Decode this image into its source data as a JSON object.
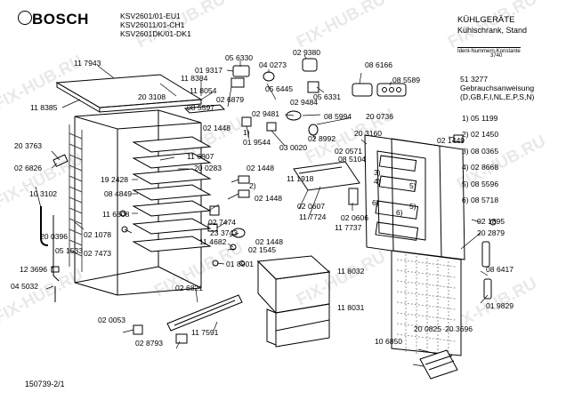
{
  "brand": "BOSCH",
  "models": [
    "KSV2601/01-EU1",
    "KSV26011/01-CH1",
    "KSV2601DK/01-DK1"
  ],
  "category": "KÜHLGERÄTE",
  "subcategory": "Kühlschrank, Stand",
  "ident_label": "Ident-Nummern-Konstante",
  "ident_value": "3740",
  "manual": {
    "number": "51 3277",
    "title": "Gebrauchsanweisung",
    "langs": "(D,GB,F,I,NL,E,P,S,N)"
  },
  "legend": [
    "1) 05 1199",
    "2) 02 1450",
    "3) 08 0365",
    "4) 02 8668",
    "5) 08 5596",
    "6) 08 5718"
  ],
  "watermark": "FIX-HUB.RU",
  "footer_code": "150739-2/1",
  "parts": {
    "p1": "11 7943",
    "p2": "20 3108",
    "p3": "11 8384",
    "p4": "11 8054",
    "p5": "11 8385",
    "p6": "01 9317",
    "p7": "05 6330",
    "p8": "04 0273",
    "p9": "02 9380",
    "p10": "08 6166",
    "p11": "05 6445",
    "p12": "05 6331",
    "p13": "08 5589",
    "p14": "02 6879",
    "p15": "08 5597",
    "p16": "02 1448",
    "p17": "02 9481",
    "p18": "02 9484",
    "p19": "08 5994",
    "p20": "01 9544",
    "p21": "03 0020",
    "p22": "02 8992",
    "p23": "20 0736",
    "p24": "20 3160",
    "p25": "02 1449",
    "p26": "20 3763",
    "p27": "02 6826",
    "p28": "11 6807",
    "p29": "20 0283",
    "p30": "02 1448",
    "p31": "02 0571",
    "p32": "08 5104",
    "p33": "19 2428",
    "p34": "11 1918",
    "p35": "08 4849",
    "p36": "02 1448",
    "p37": "10 3102",
    "p38": "02 0607",
    "p39": "11 7724",
    "p40": "11 6808",
    "p41": "02 0606",
    "p42": "11 7737",
    "p43": "02 7474",
    "p44": "02 1895",
    "p45": "20 0396",
    "p46": "02 1078",
    "p47": "23 3743",
    "p48": "20 2879",
    "p49": "02 7473",
    "p50": "11 4682",
    "p51": "02 1448",
    "p52": "05 1533",
    "p53": "02 1545",
    "p54": "12 3696",
    "p55": "01 8901",
    "p56": "08 6417",
    "p57": "04 5032",
    "p58": "11 8032",
    "p59": "02 6821",
    "p60": "01 9829",
    "p61": "11 8031",
    "p62": "02 0053",
    "p63": "11 7591",
    "p64": "02 8793",
    "p65": "20 0825",
    "p66": "20 3696",
    "p67": "10 6850"
  },
  "callouts": [
    "1)",
    "2)",
    "3)",
    "4)",
    "5)",
    "6)",
    "5)",
    "6)"
  ]
}
